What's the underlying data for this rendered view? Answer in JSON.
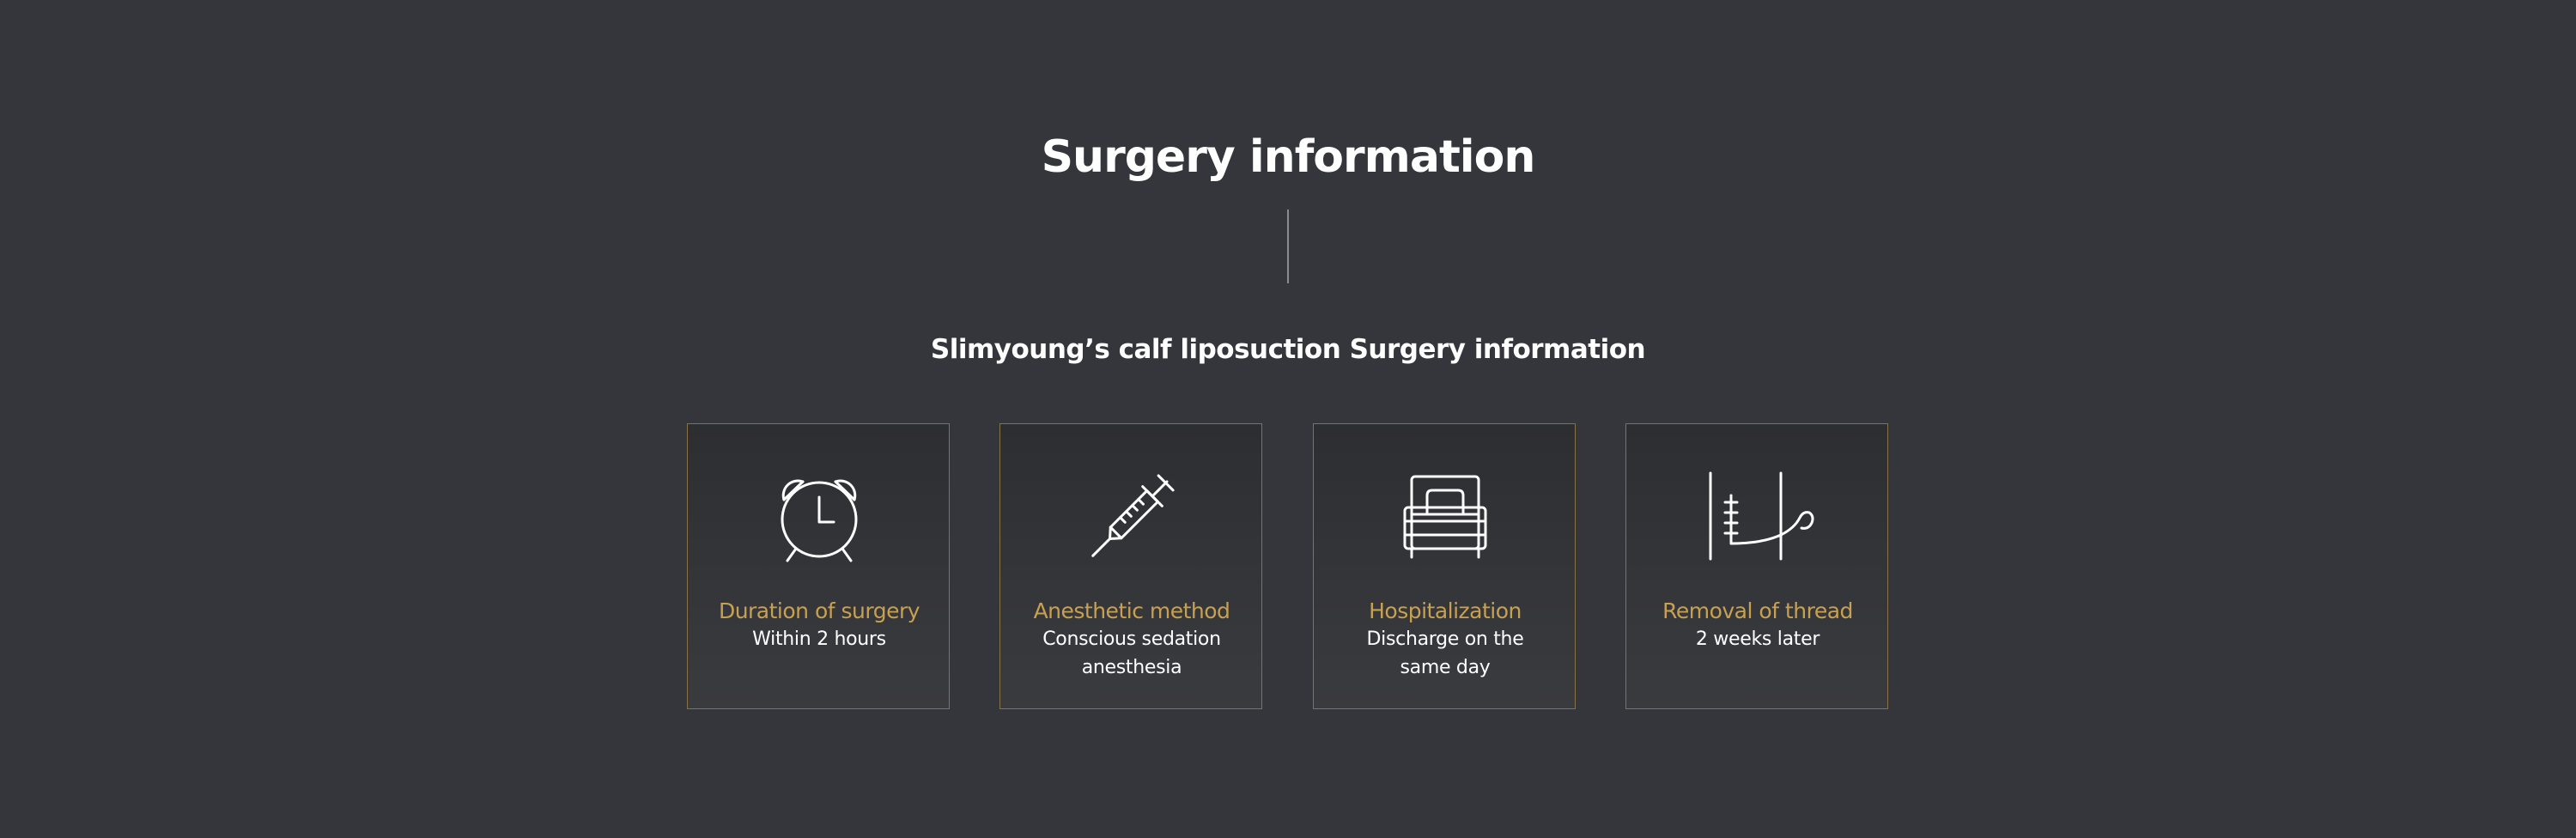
{
  "section": {
    "title": "Surgery information",
    "subtitle": "Slimyoung’s calf liposuction Surgery information"
  },
  "colors": {
    "background": "#35363b",
    "accent": "#c7a151",
    "card_border": "#8a7248",
    "text": "#ffffff"
  },
  "cards": [
    {
      "icon": "alarm-clock-icon",
      "label": "Duration of surgery",
      "value_lines": [
        "Within 2 hours"
      ]
    },
    {
      "icon": "syringe-icon",
      "label": "Anesthetic method",
      "value_lines": [
        "Conscious sedation",
        "anesthesia"
      ]
    },
    {
      "icon": "bed-icon",
      "label": "Hospitalization",
      "value_lines": [
        "Discharge on the",
        "same day"
      ]
    },
    {
      "icon": "suture-thread-icon",
      "label": "Removal of thread",
      "value_lines": [
        "2 weeks later"
      ]
    }
  ]
}
